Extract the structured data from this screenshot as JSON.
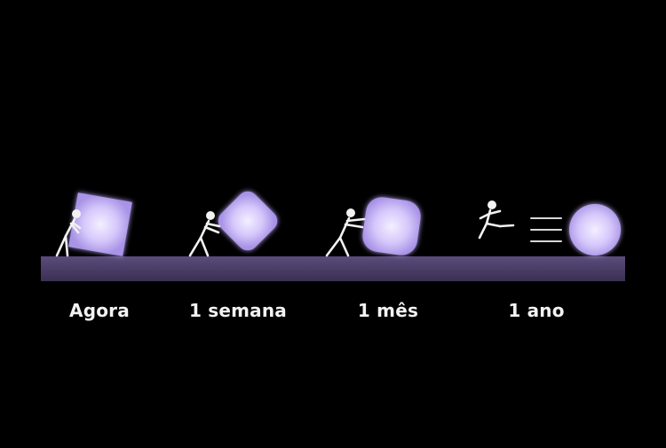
{
  "stages": [
    {
      "label": "Agora",
      "shape": "square"
    },
    {
      "label": "1 semana",
      "shape": "rounded-diamond"
    },
    {
      "label": "1 mês",
      "shape": "rounded-square"
    },
    {
      "label": "1 ano",
      "shape": "circle"
    }
  ],
  "colors": {
    "background": "#000000",
    "ground": "#4a3d66",
    "shape_fill": "#c9b8f5",
    "shape_glow": "#ece4ff",
    "figure": "#f2f2f2",
    "label": "#f2f2f2"
  }
}
